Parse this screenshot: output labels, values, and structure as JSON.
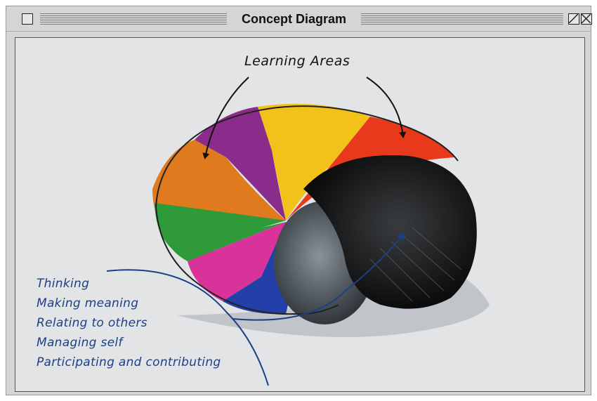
{
  "window": {
    "title": "Concept Diagram"
  },
  "diagram": {
    "top_label": "Learning Areas",
    "competencies": [
      "Thinking",
      "Making meaning",
      "Relating to others",
      "Managing self",
      "Participating and contributing"
    ],
    "colors": {
      "orange": "#e07a1f",
      "purple": "#8a2c8c",
      "yellow": "#f2c21a",
      "red": "#e8391d",
      "green": "#2f9a3a",
      "magenta": "#d9329a",
      "blue": "#2340a8",
      "black": "#111111",
      "grey": "#4a5258",
      "annotation_blue": "#1c3f86"
    }
  }
}
